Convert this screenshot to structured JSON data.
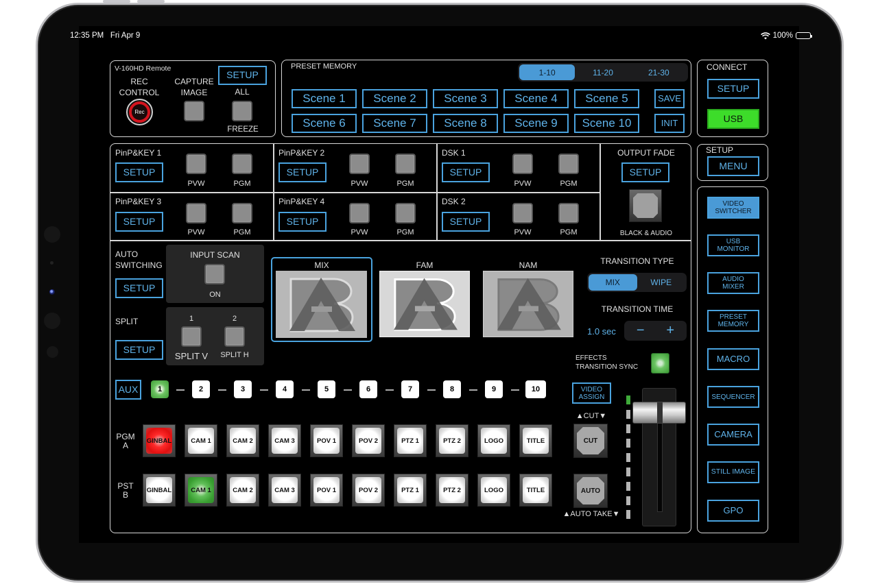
{
  "status_bar": {
    "time": "12:35 PM",
    "date": "Fri Apr 9",
    "battery": "100%"
  },
  "remote": {
    "title": "V-160HD Remote",
    "setup_label": "SETUP",
    "rec_control_label": "REC\nCONTROL",
    "rec_button_label": "Rec",
    "capture_label": "CAPTURE\nIMAGE",
    "all_label": "ALL",
    "freeze_label": "FREEZE"
  },
  "preset_memory": {
    "title": "PRESET MEMORY",
    "banks": [
      {
        "label": "1-10",
        "selected": true
      },
      {
        "label": "11-20",
        "selected": false
      },
      {
        "label": "21-30",
        "selected": false
      }
    ],
    "scenes": [
      "Scene 1",
      "Scene 2",
      "Scene 3",
      "Scene 4",
      "Scene 5",
      "Scene 6",
      "Scene 7",
      "Scene 8",
      "Scene 9",
      "Scene 10"
    ],
    "save_label": "SAVE",
    "init_label": "INIT"
  },
  "connect": {
    "title": "CONNECT",
    "setup_label": "SETUP",
    "usb_label": "USB",
    "usb_color": "#3ddc2a"
  },
  "setup_menu": {
    "title": "SETUP",
    "menu_label": "MENU"
  },
  "nav": {
    "items": [
      {
        "label": "VIDEO\nSWITCHER",
        "active": true
      },
      {
        "label": "USB\nMONITOR",
        "active": false
      },
      {
        "label": "AUDIO\nMIXER",
        "active": false
      },
      {
        "label": "PRESET\nMEMORY",
        "active": false
      },
      {
        "label": "MACRO",
        "active": false
      },
      {
        "label": "SEQUENCER",
        "active": false
      },
      {
        "label": "CAMERA",
        "active": false
      },
      {
        "label": "STILL IMAGE",
        "active": false
      },
      {
        "label": "GPO",
        "active": false
      }
    ]
  },
  "keys": [
    {
      "title": "PinP&KEY 1",
      "setup": "SETUP",
      "pvw": "PVW",
      "pgm": "PGM"
    },
    {
      "title": "PinP&KEY 2",
      "setup": "SETUP",
      "pvw": "PVW",
      "pgm": "PGM"
    },
    {
      "title": "DSK 1",
      "setup": "SETUP",
      "pvw": "PVW",
      "pgm": "PGM"
    },
    {
      "title": "PinP&KEY 3",
      "setup": "SETUP",
      "pvw": "PVW",
      "pgm": "PGM"
    },
    {
      "title": "PinP&KEY 4",
      "setup": "SETUP",
      "pvw": "PVW",
      "pgm": "PGM"
    },
    {
      "title": "DSK 2",
      "setup": "SETUP",
      "pvw": "PVW",
      "pgm": "PGM"
    }
  ],
  "output_fade": {
    "title": "OUTPUT FADE",
    "setup": "SETUP",
    "button_label": "BLACK & AUDIO"
  },
  "auto_switching": {
    "title": "AUTO\nSWITCHING",
    "setup": "SETUP",
    "input_scan_label": "INPUT SCAN",
    "on_label": "ON"
  },
  "split": {
    "title": "SPLIT",
    "setup": "SETUP",
    "num1": "1",
    "num2": "2",
    "v_label": "SPLIT V",
    "h_label": "SPLIT H"
  },
  "transitions": {
    "previews": [
      {
        "label": "MIX",
        "selected": true
      },
      {
        "label": "FAM",
        "selected": false
      },
      {
        "label": "NAM",
        "selected": false
      }
    ],
    "type_title": "TRANSITION TYPE",
    "types": [
      {
        "label": "MIX",
        "selected": true
      },
      {
        "label": "WIPE",
        "selected": false
      }
    ],
    "time_title": "TRANSITION TIME",
    "time_value": "1.0 sec",
    "minus": "−",
    "plus": "+",
    "effects_sync_label": "EFFECTS\nTRANSITION SYNC"
  },
  "aux": {
    "label": "AUX",
    "numbers": [
      "1",
      "2",
      "3",
      "4",
      "5",
      "6",
      "7",
      "8",
      "9",
      "10"
    ],
    "active_index": 0,
    "video_assign_label": "VIDEO\nASSIGN"
  },
  "buses": {
    "pgm_label": "PGM\nA",
    "pst_label": "PST\nB",
    "sources": [
      "GINBAL",
      "CAM 1",
      "CAM 2",
      "CAM 3",
      "POV 1",
      "POV 2",
      "PTZ 1",
      "PTZ 2",
      "LOGO",
      "TITLE"
    ],
    "pgm_active": 0,
    "pst_active": 1
  },
  "take": {
    "cut_caption": "▲CUT▼",
    "cut_label": "CUT",
    "auto_label": "AUTO",
    "auto_caption": "▲AUTO TAKE▼"
  },
  "tbar": {
    "level_leds": 9,
    "lit_leds": 1
  }
}
